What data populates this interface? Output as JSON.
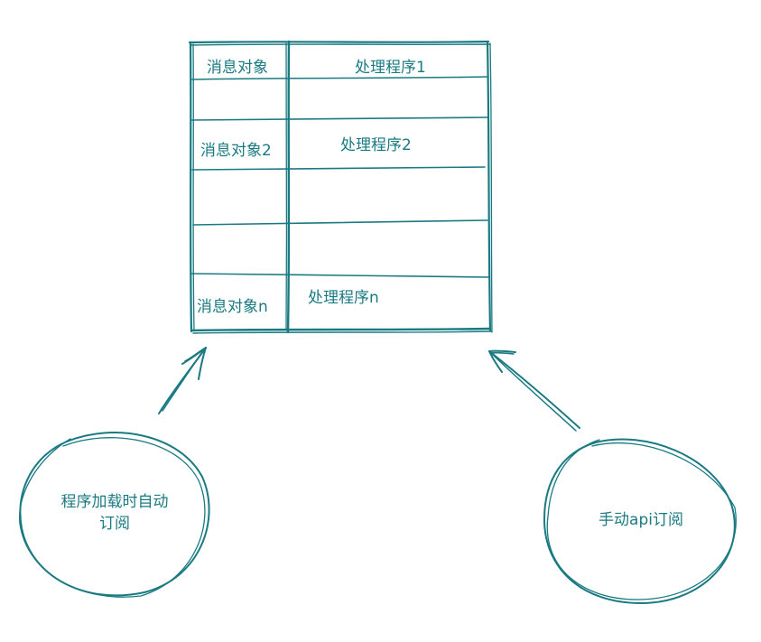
{
  "colors": {
    "ink": "#1a7a82",
    "background": "#ffffff"
  },
  "table": {
    "rows": [
      {
        "message": "消息对象",
        "handler": "处理程序1"
      },
      {
        "message": "",
        "handler": ""
      },
      {
        "message": "消息对象2",
        "handler": "处理程序2"
      },
      {
        "message": "",
        "handler": ""
      },
      {
        "message": "",
        "handler": ""
      },
      {
        "message": "消息对象n",
        "handler": "处理程序n"
      }
    ]
  },
  "sources": {
    "auto": {
      "line1": "程序加载时自动",
      "line2": "订阅"
    },
    "manual": {
      "label": "手动api订阅"
    }
  }
}
